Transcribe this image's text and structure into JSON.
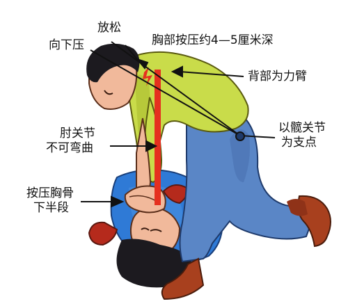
{
  "labels": {
    "relax": "放松",
    "press_down": "向下压",
    "depth": "胸部按压约4—5厘米深",
    "back_lever": "背部为力臂",
    "elbow_line1": "肘关节",
    "elbow_line2": "不可弯曲",
    "hip_line1": "以髋关节",
    "hip_line2": "为支点",
    "sternum_line1": "按压胸骨",
    "sternum_line2": "下半段"
  },
  "colors": {
    "shirt_rescuer": "#c9dc4a",
    "pants_rescuer": "#5a86c6",
    "shoes": "#a8401e",
    "skin": "#f1b99b",
    "hair": "#1c1a1f",
    "patient_shirt": "#2f7ad6",
    "patient_sleeve": "#b52a1c",
    "force_line": "#e5301f"
  }
}
